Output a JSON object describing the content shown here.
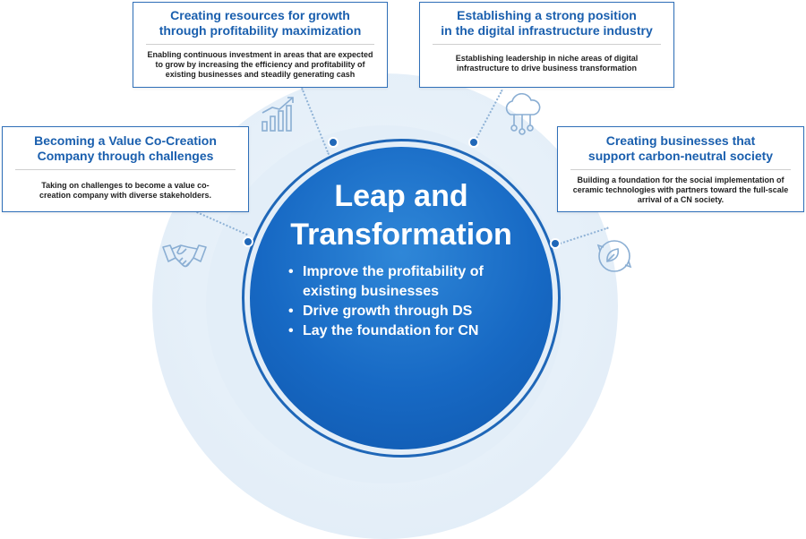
{
  "center": {
    "title_line1": "Leap and",
    "title_line2": "Transformation",
    "bullets": [
      "Improve the profitability of",
      "existing businesses",
      "Drive growth through DS",
      "Lay the foundation for CN"
    ]
  },
  "cards": {
    "growth": {
      "title_line1": "Creating resources for growth",
      "title_line2": "through profitability maximization",
      "body": "Enabling continuous investment in areas that are expected to grow by increasing the efficiency and profitability of existing businesses and steadily generating cash",
      "icon": "growth-chart-icon"
    },
    "digital": {
      "title_line1": "Establishing a strong position",
      "title_line2": "in the digital infrastructure industry",
      "body": "Establishing leadership in niche areas of digital infrastructure to drive business transformation",
      "icon": "cloud-network-icon"
    },
    "cocreation": {
      "title_line1": "Becoming a Value Co-Creation",
      "title_line2": "Company through challenges",
      "body": "Taking on challenges to become a value co-creation company with diverse stakeholders.",
      "icon": "handshake-icon"
    },
    "carbon": {
      "title_line1": "Creating businesses that",
      "title_line2": "support carbon-neutral society",
      "body": "Building a foundation for the social implementation of ceramic technologies with partners toward the full-scale arrival of a CN society.",
      "icon": "leaf-cycle-icon"
    }
  },
  "colors": {
    "accent": "#1a5fae",
    "core": "#1769c4",
    "halo": "#e6f0f9"
  }
}
